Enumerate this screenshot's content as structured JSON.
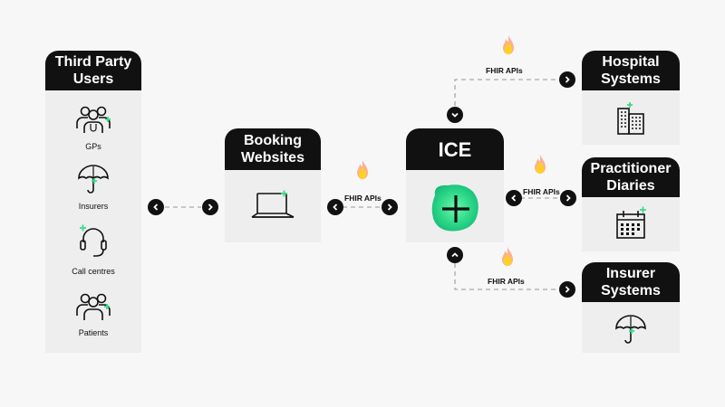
{
  "cards": {
    "third_party": {
      "title": "Third Party\nUsers",
      "items": [
        {
          "label": "GPs",
          "icon": "doctors-icon"
        },
        {
          "label": "Insurers",
          "icon": "umbrella-icon"
        },
        {
          "label": "Call centres",
          "icon": "headset-icon"
        },
        {
          "label": "Patients",
          "icon": "people-icon"
        }
      ]
    },
    "booking": {
      "title": "Booking\nWebsites",
      "icon": "laptop-icon"
    },
    "ice": {
      "title": "ICE",
      "icon": "ice-logo-icon"
    },
    "hospital": {
      "title": "Hospital\nSystems",
      "icon": "building-icon"
    },
    "practitioner": {
      "title": "Practitioner\nDiaries",
      "icon": "calendar-icon"
    },
    "insurer": {
      "title": "Insurer\nSystems",
      "icon": "umbrella-icon"
    }
  },
  "api_labels": {
    "booking_ice": "FHIR APIs",
    "ice_hospital": "FHIR APIs",
    "ice_practitioner": "FHIR APIs",
    "ice_insurer": "FHIR APIs"
  },
  "colors": {
    "header": "#111111",
    "card_bg": "#eeeeef",
    "accent_green": "#3ddc84",
    "connector": "#a8a8a8",
    "flame_outer": "#ff9a6a",
    "flame_inner": "#ffd21f"
  }
}
